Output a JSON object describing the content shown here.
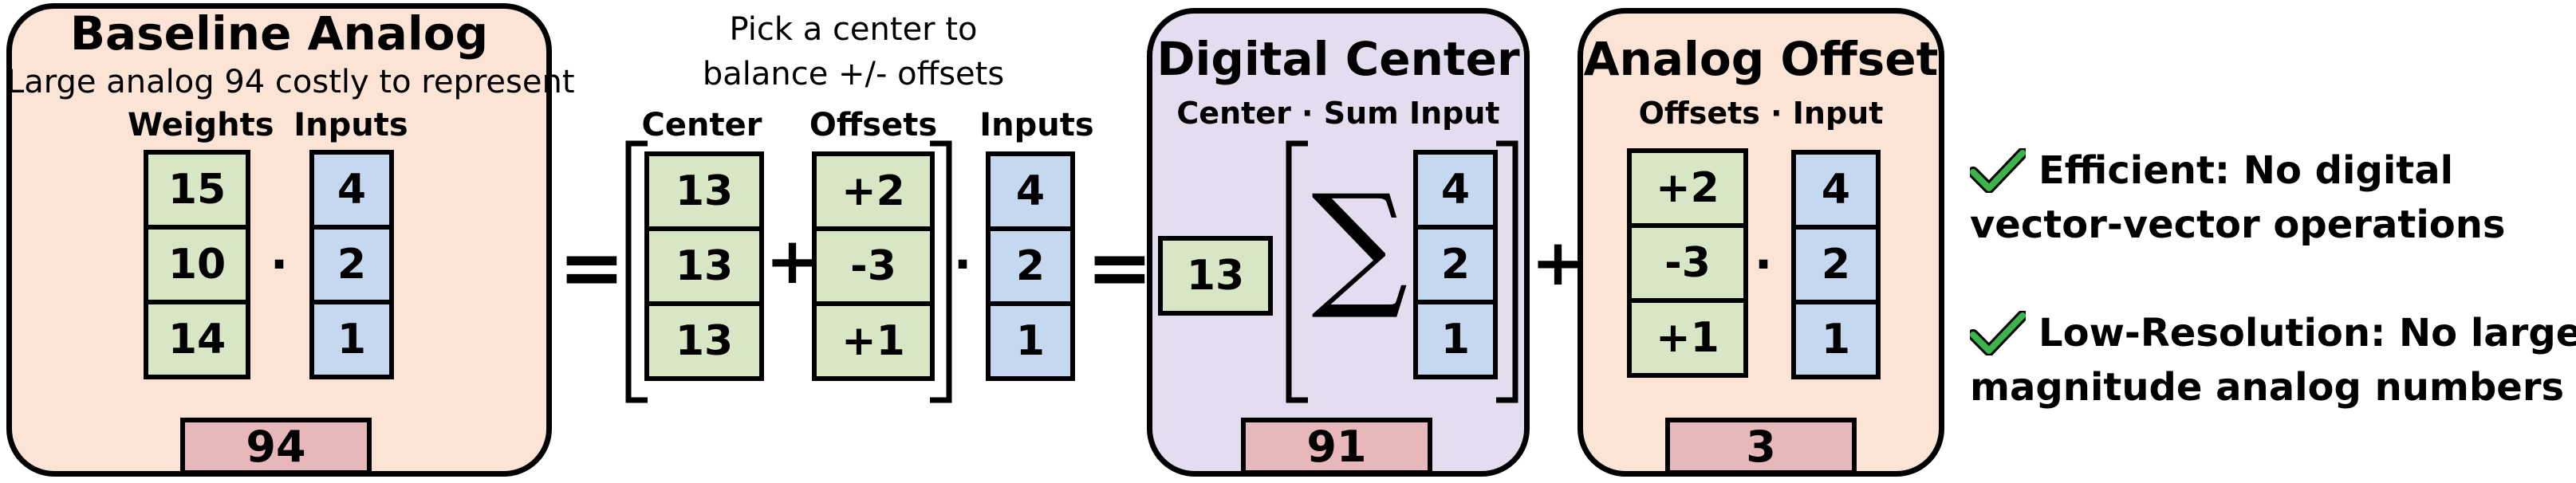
{
  "baseline": {
    "title": "Baseline Analog",
    "note": "Large analog 94 costly to represent",
    "weights_label": "Weights",
    "inputs_label": "Inputs",
    "weights": [
      "15",
      "10",
      "14"
    ],
    "inputs": [
      "4",
      "2",
      "1"
    ],
    "result": "94"
  },
  "center_step": {
    "note_line1": "Pick a center to",
    "note_line2": "balance +/- offsets",
    "center_label": "Center",
    "offsets_label": "Offsets",
    "inputs_label": "Inputs",
    "center": [
      "13",
      "13",
      "13"
    ],
    "offsets": [
      "+2",
      "-3",
      "+1"
    ],
    "inputs": [
      "4",
      "2",
      "1"
    ]
  },
  "digital": {
    "title": "Digital Center",
    "subtitle": "Center · Sum Input",
    "center_value": "13",
    "sum_symbol": "∑",
    "inputs": [
      "4",
      "2",
      "1"
    ],
    "result": "91"
  },
  "analog_offset": {
    "title": "Analog Offset",
    "subtitle": "Offsets · Input",
    "offsets": [
      "+2",
      "-3",
      "+1"
    ],
    "inputs": [
      "4",
      "2",
      "1"
    ],
    "result": "3"
  },
  "operators": {
    "dot": "·",
    "equals": "=",
    "plus": "+"
  },
  "benefits": [
    {
      "line1": "Efficient: No digital",
      "line2": "vector-vector operations",
      "icon": "check-icon"
    },
    {
      "line1": "Low-Resolution: No large-",
      "line2": "magnitude analog numbers",
      "icon": "check-icon"
    }
  ],
  "colors": {
    "peach": "#fbe4d5",
    "lavender": "#e4dcef",
    "green": "#d7e6c4",
    "blue": "#c5d8ef",
    "red": "#e8b7ba",
    "check": "#3cb44b"
  }
}
